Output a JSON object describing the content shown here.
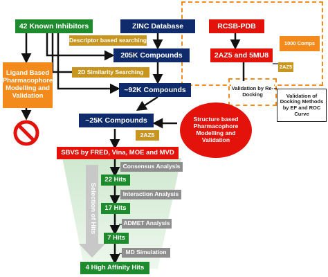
{
  "nodes": {
    "known_inhibitors": "42 Known Inhibitors",
    "zinc": "ZINC Database",
    "rcsb": "RCSB-PDB",
    "ligand_pharm": "Ligand Based Pharmacophore Modelling and Validation",
    "descriptor": "Descriptor based searching",
    "c205k": "205K Compounds",
    "pdb_ids": "2AZ5 and 5MU8",
    "comps1000": "1000 Comps",
    "tag_2az5_small": "2AZ5",
    "sim2d": "2D Similarity Searching",
    "c92k": "~92K Compounds",
    "redocking": "Validation by Re-Docking",
    "validation_docking": "Validation of Docking Methods by EF and ROC Curve",
    "c25k": "~25K Compounds",
    "structure_pharm": "Structure based Pharmacophore Modelling and Validation",
    "tag_2az5": "2AZ5",
    "sbvs": "SBVS by FRED, Vina, MOE and MVD",
    "consensus": "Consensus Analysis",
    "h22": "22 Hits",
    "interaction": "Interaction Analysis",
    "h17": "17 Hits",
    "admet": "ADMET Analysis",
    "h7": "7 Hits",
    "md": "MD Simulation",
    "h4": "4 High Affinity Hits",
    "selection": "Selection of Hits"
  },
  "colors": {
    "green": "#1e8c2e",
    "navy": "#0f2b6b",
    "red": "#e3120b",
    "orange": "#f28a1c",
    "gold": "#c8961e",
    "grey": "#8e8e8e"
  },
  "icons": {
    "prohibited": "prohibited-icon"
  }
}
